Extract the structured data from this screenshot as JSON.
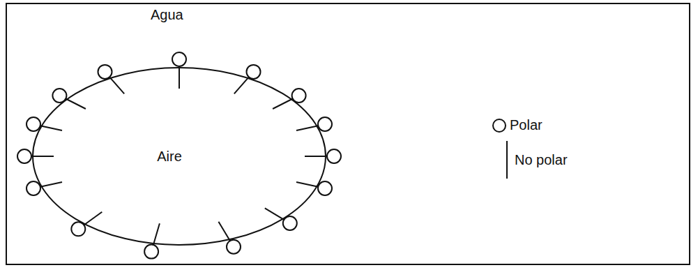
{
  "diagram": {
    "nodes": [
      {
        "text": [
          "Aire"
        ]
      }
    ],
    "labels": [
      "Agua"
    ],
    "legend": [
      {
        "text": "Polar"
      },
      {
        "text": "No polar"
      }
    ]
  }
}
